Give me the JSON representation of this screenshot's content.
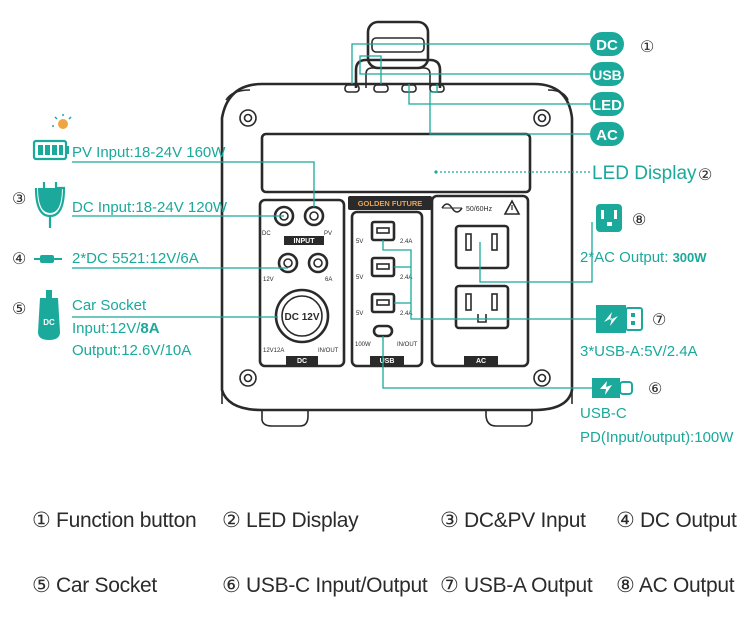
{
  "top_buttons": [
    {
      "num": "①",
      "label": "DC"
    },
    {
      "label": "USB"
    },
    {
      "label": "LED"
    },
    {
      "label": "AC"
    }
  ],
  "callouts": {
    "pv_input": "PV Input:18-24V 160W",
    "dc_input": "DC Input:18-24V 120W",
    "dc_output": "2*DC 5521:12V/6A",
    "car_socket_title": "Car Socket",
    "car_socket_input_prefix": "Input:12V/",
    "car_socket_input_bold": "8A",
    "car_socket_output": "Output:12.6V/10A",
    "led_display": "LED Display",
    "ac_output_prefix": "2*AC Output:",
    "ac_output_bold": "300W",
    "usb_a": "3*USB-A:5V/2.4A",
    "usb_c_line1": "USB-C",
    "usb_c_line2": "PD(Input/output):100W"
  },
  "numbers": {
    "n1": "①",
    "n2": "②",
    "n3": "③",
    "n4": "④",
    "n5": "⑤",
    "n6": "⑥",
    "n7": "⑦",
    "n8": "⑧"
  },
  "device_labels": {
    "brand": "GOLDEN FUTURE",
    "dc_port": "DC",
    "pv_port": "PV",
    "input_tag": "INPUT",
    "v12": "12V",
    "a6": "6A",
    "dc12v": "DC 12V",
    "v12a12": "12V12A",
    "inout": "IN/OUT",
    "dc_tag": "DC",
    "usb_5v": "5V",
    "usb_24a": "2.4A",
    "usb_100w": "100W",
    "usb_inout": "IN/OUT",
    "usb_tag": "USB",
    "hz": "50/60Hz",
    "ac_tag": "AC",
    "car_badge": "DC"
  },
  "legend": [
    [
      "① Function button",
      "② LED Display",
      "③ DC&PV Input",
      "④ DC Output"
    ],
    [
      "⑤ Car Socket",
      "⑥ USB-C Input/Output",
      "⑦ USB-A Output",
      "⑧ AC Output"
    ]
  ],
  "colors": {
    "accent": "#1aa99a",
    "dark": "#2a2a2a",
    "text": "#2b2b2b"
  }
}
